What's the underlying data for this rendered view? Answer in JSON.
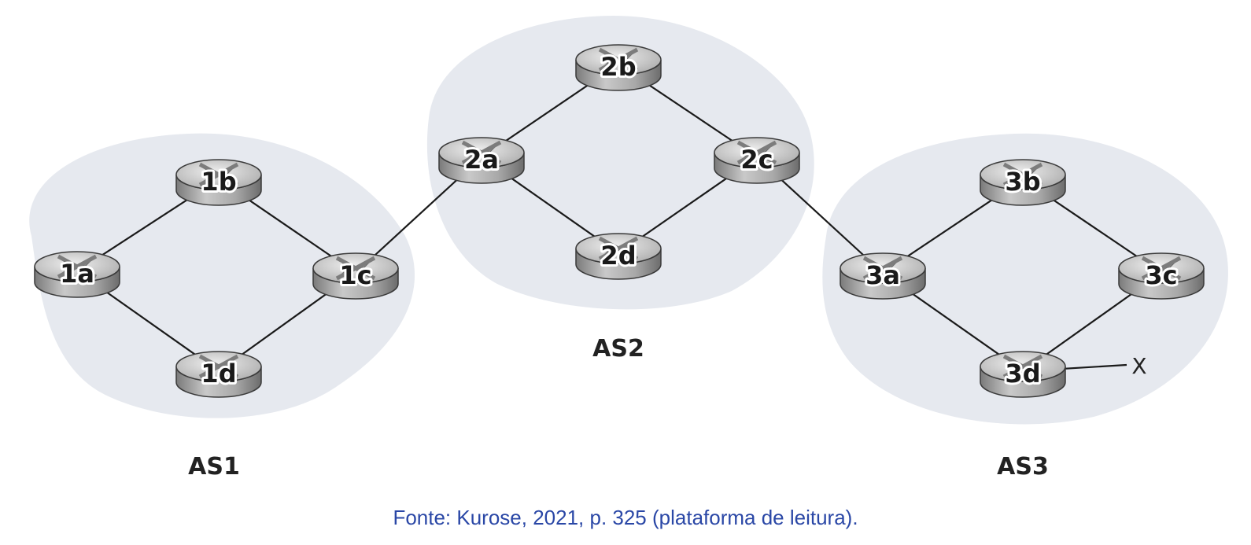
{
  "autonomous_systems": [
    {
      "id": "AS1",
      "label": "AS1"
    },
    {
      "id": "AS2",
      "label": "AS2"
    },
    {
      "id": "AS3",
      "label": "AS3"
    }
  ],
  "routers": [
    {
      "id": "1a",
      "label": "1a",
      "as": "AS1"
    },
    {
      "id": "1b",
      "label": "1b",
      "as": "AS1"
    },
    {
      "id": "1c",
      "label": "1c",
      "as": "AS1"
    },
    {
      "id": "1d",
      "label": "1d",
      "as": "AS1"
    },
    {
      "id": "2a",
      "label": "2a",
      "as": "AS2"
    },
    {
      "id": "2b",
      "label": "2b",
      "as": "AS2"
    },
    {
      "id": "2c",
      "label": "2c",
      "as": "AS2"
    },
    {
      "id": "2d",
      "label": "2d",
      "as": "AS2"
    },
    {
      "id": "3a",
      "label": "3a",
      "as": "AS3"
    },
    {
      "id": "3b",
      "label": "3b",
      "as": "AS3"
    },
    {
      "id": "3c",
      "label": "3c",
      "as": "AS3"
    },
    {
      "id": "3d",
      "label": "3d",
      "as": "AS3"
    }
  ],
  "links": [
    [
      "1a",
      "1b"
    ],
    [
      "1b",
      "1c"
    ],
    [
      "1a",
      "1d"
    ],
    [
      "1d",
      "1c"
    ],
    [
      "1c",
      "2a"
    ],
    [
      "2a",
      "2b"
    ],
    [
      "2b",
      "2c"
    ],
    [
      "2a",
      "2d"
    ],
    [
      "2d",
      "2c"
    ],
    [
      "2c",
      "3a"
    ],
    [
      "3a",
      "3b"
    ],
    [
      "3b",
      "3c"
    ],
    [
      "3a",
      "3d"
    ],
    [
      "3d",
      "3c"
    ],
    [
      "3d",
      "X"
    ]
  ],
  "external_destination": {
    "label": "X",
    "attached_to": "3d"
  },
  "caption": "Fonte: Kurose, 2021, p. 325 (plataforma de leitura).",
  "colors": {
    "as_region": "#e6e9ef",
    "router_body": "#b5b5b5",
    "link": "#1a1a1a",
    "caption": "#2a47a6"
  }
}
